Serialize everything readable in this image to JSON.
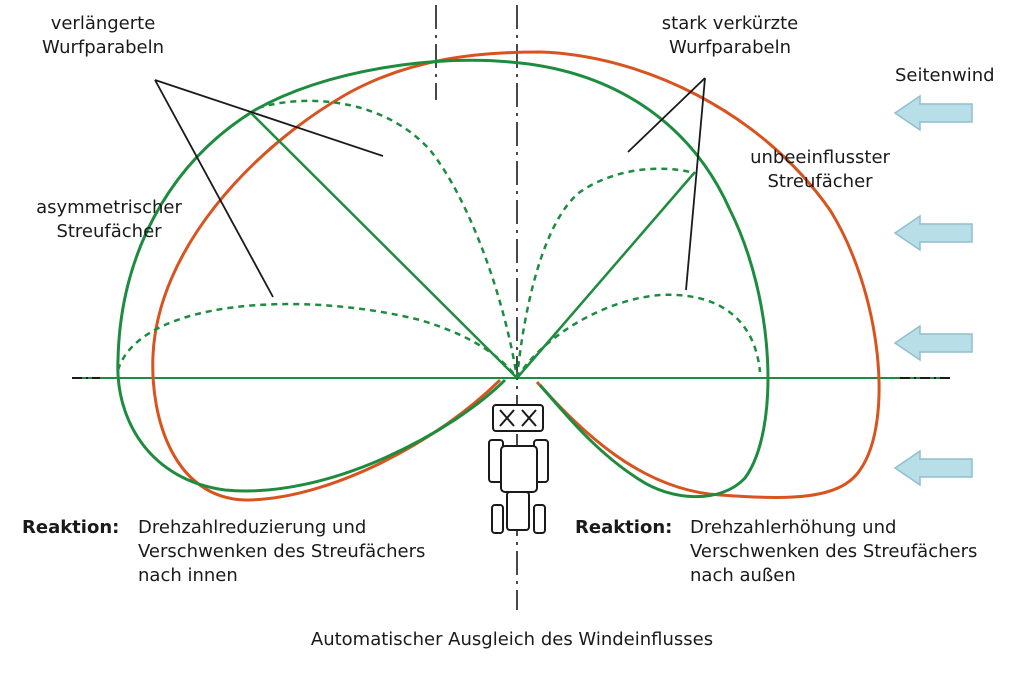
{
  "labels": {
    "verlaengert_l1": "verlängerte",
    "verlaengert_l2": "Wurfparabeln",
    "verkuerzt_l1": "stark verkürzte",
    "verkuerzt_l2": "Wurfparabeln",
    "seitenwind": "Seitenwind",
    "unbeeinflusst_l1": "unbeeinflusster",
    "unbeeinflusst_l2": "Streufächer",
    "asym_l1": "asymmetrischer",
    "asym_l2": "Streufächer"
  },
  "reaction_left": {
    "title": "Reaktion:",
    "line1": "Drehzahlreduzierung und",
    "line2": "Verschwenken des Streufächers",
    "line3": "nach innen"
  },
  "reaction_right": {
    "title": "Reaktion:",
    "line1": "Drehzahlerhöhung und",
    "line2": "Verschwenken des Streufächers",
    "line3": "nach außen"
  },
  "caption": "Automatischer Ausgleich des Windeinflusses",
  "colors": {
    "green": "#1e8c3f",
    "orange": "#d9531e",
    "arrow_fill": "#b8dfe8",
    "arrow_stroke": "#8fbfcc",
    "line": "#1a1a1a"
  }
}
